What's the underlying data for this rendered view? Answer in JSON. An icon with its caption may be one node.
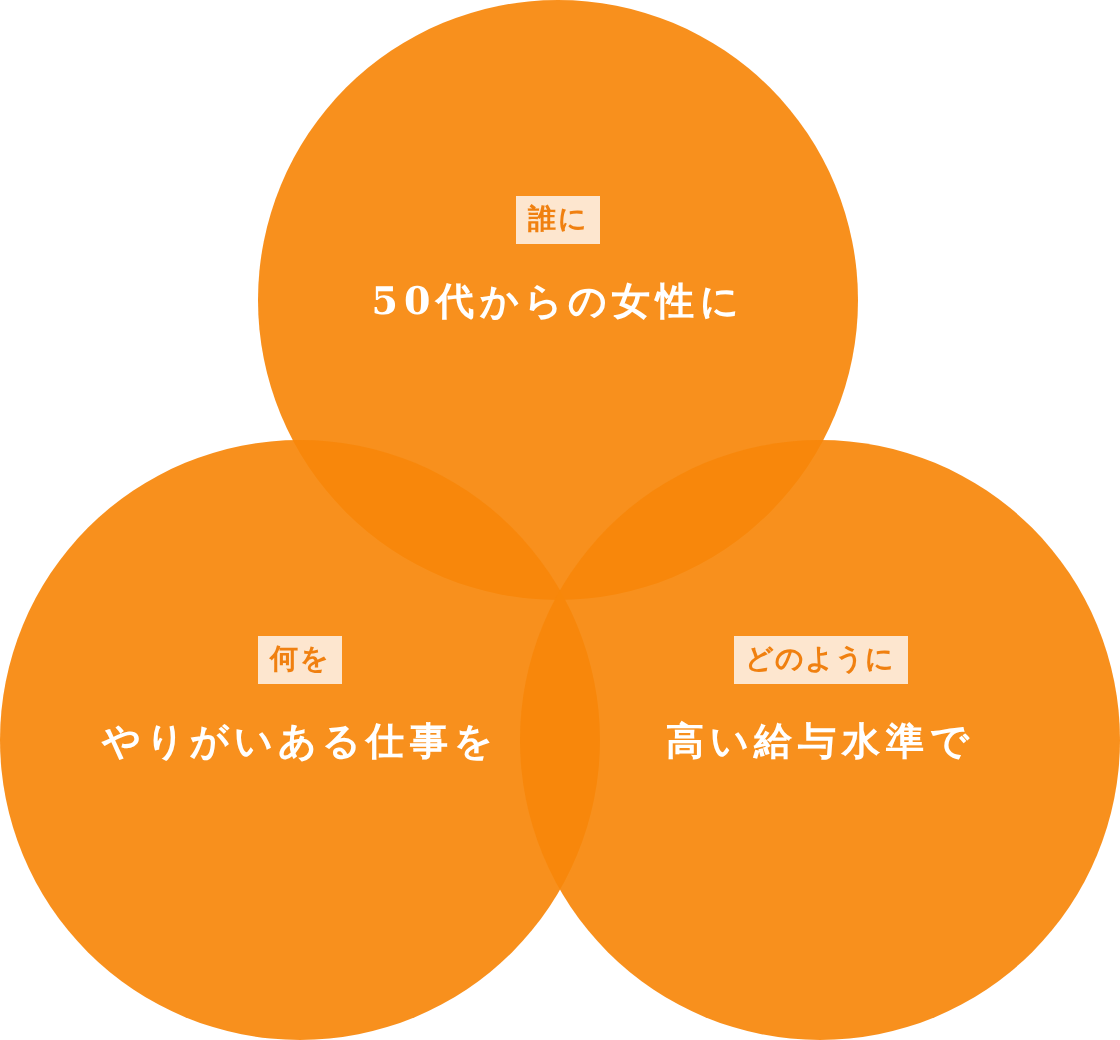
{
  "diagram": {
    "nodes": [
      {
        "text": [
          "誰に",
          "50代からの女性に"
        ]
      },
      {
        "text": [
          "何を",
          "やりがいある仕事を"
        ]
      },
      {
        "text": [
          "どのように",
          "高い給与水準で"
        ]
      }
    ]
  }
}
